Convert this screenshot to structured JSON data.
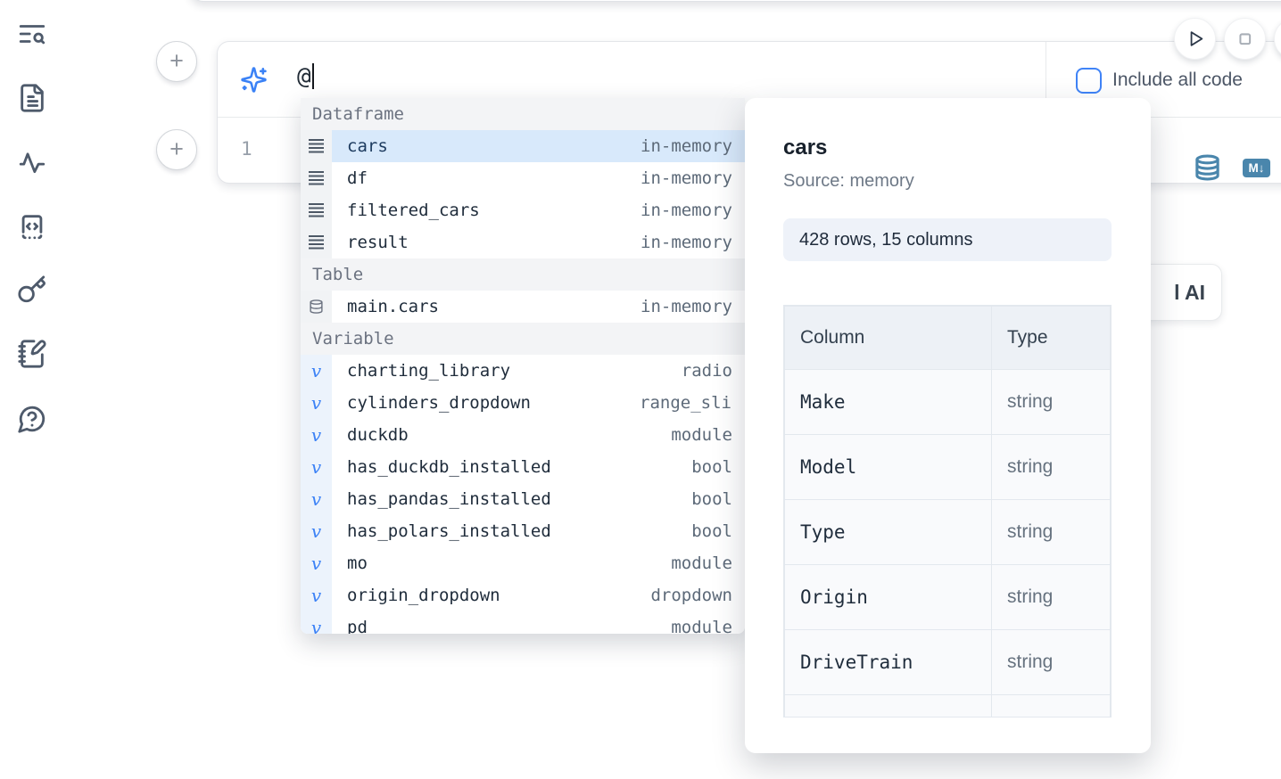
{
  "sidebar": {
    "icons": [
      "text-search-icon",
      "file-text-icon",
      "activity-icon",
      "code-snippets-icon",
      "key-icon",
      "scratchpad-icon",
      "help-chat-icon"
    ]
  },
  "ai_input": {
    "value": "@"
  },
  "include_all_code": {
    "label": "Include all code",
    "checked": false
  },
  "cell": {
    "line_number": "1",
    "markdown_badge": "M↓"
  },
  "ai_button": {
    "visible_label": "l AI"
  },
  "autocomplete": {
    "sections": [
      {
        "header": "Dataframe",
        "items": [
          {
            "name": "cars",
            "type": "in-memory",
            "selected": true
          },
          {
            "name": "df",
            "type": "in-memory"
          },
          {
            "name": "filtered_cars",
            "type": "in-memory"
          },
          {
            "name": "result",
            "type": "in-memory"
          }
        ]
      },
      {
        "header": "Table",
        "items": [
          {
            "name": "main.cars",
            "type": "in-memory"
          }
        ]
      },
      {
        "header": "Variable",
        "items": [
          {
            "name": "charting_library",
            "type": "radio"
          },
          {
            "name": "cylinders_dropdown",
            "type": "range_slider"
          },
          {
            "name": "duckdb",
            "type": "module"
          },
          {
            "name": "has_duckdb_installed",
            "type": "bool"
          },
          {
            "name": "has_pandas_installed",
            "type": "bool"
          },
          {
            "name": "has_polars_installed",
            "type": "bool"
          },
          {
            "name": "mo",
            "type": "module"
          },
          {
            "name": "origin_dropdown",
            "type": "dropdown"
          },
          {
            "name": "pd",
            "type": "module"
          }
        ]
      }
    ]
  },
  "preview": {
    "title": "cars",
    "source": "Source: memory",
    "shape": "428 rows, 15 columns",
    "table": {
      "headers": [
        "Column",
        "Type"
      ],
      "rows": [
        [
          "Make",
          "string"
        ],
        [
          "Model",
          "string"
        ],
        [
          "Type",
          "string"
        ],
        [
          "Origin",
          "string"
        ],
        [
          "DriveTrain",
          "string"
        ],
        [
          "",
          ""
        ]
      ]
    }
  },
  "colors": {
    "accent_blue": "#3b82f6",
    "steel_blue_icon": "#4a86ac",
    "selected_row": "#d8e9fb",
    "section_header_bg": "#f3f4f6",
    "pill_bg": "#eef2f9"
  }
}
